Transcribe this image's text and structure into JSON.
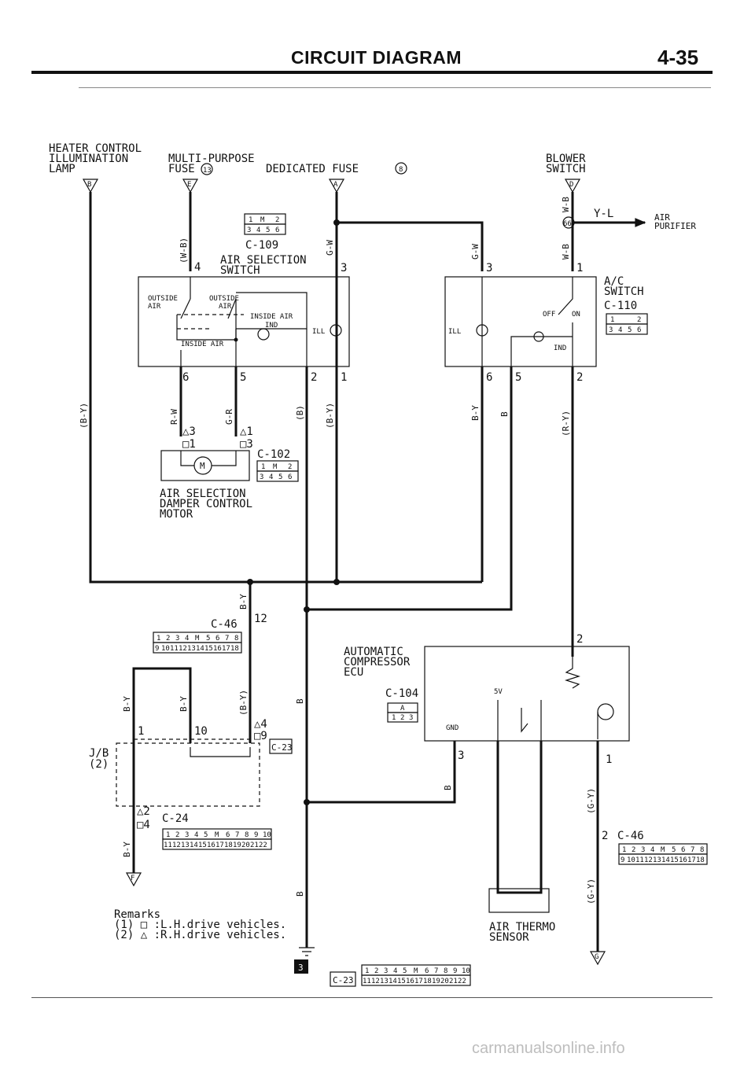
{
  "header": {
    "title": "CIRCUIT DIAGRAM",
    "page": "4-35"
  },
  "components": {
    "heater_lamp": [
      "HEATER CONTROL",
      "ILLUMINATION",
      "LAMP"
    ],
    "mp_fuse": [
      "MULTI-PURPOSE",
      "FUSE"
    ],
    "mp_fuse_no": "13",
    "ded_fuse": "DEDICATED FUSE",
    "ded_fuse_no": "8",
    "blower": [
      "BLOWER",
      "SWITCH"
    ],
    "air_purifier": [
      "AIR",
      "PURIFIER"
    ],
    "ac_switch": [
      "A/C",
      "SWITCH"
    ],
    "ac_switch_conn": "C-110",
    "air_sel_switch": [
      "AIR SELECTION",
      "SWITCH"
    ],
    "air_sel_conn": "C-109",
    "outside_air_l": [
      "OUTSIDE",
      "AIR"
    ],
    "outside_air_r": [
      "OUTSIDE",
      "AIR"
    ],
    "inside_air_top": "INSIDE AIR",
    "inside_air_bottom": "INSIDE AIR",
    "ind": "IND",
    "ill": "ILL",
    "off": "OFF",
    "on": "ON",
    "motor": [
      "AIR SELECTION",
      "DAMPER CONTROL",
      "MOTOR"
    ],
    "motor_conn": "C-102",
    "ecu": [
      "AUTOMATIC",
      "COMPRESSOR",
      "ECU"
    ],
    "ecu_conn": "C-104",
    "gnd": "GND",
    "v5": "5V",
    "thermo": [
      "AIR THERMO",
      "SENSOR"
    ],
    "jb": [
      "J/B",
      "(2)"
    ],
    "c46": "C-46",
    "c24": "C-24",
    "c23": "C-23",
    "c46r": "C-46",
    "motor_m": "M"
  },
  "connectors": {
    "a": "A",
    "row6a": [
      "1",
      "M",
      "2"
    ],
    "row6b": [
      "3",
      "4",
      "5",
      "6"
    ],
    "row3": [
      "1",
      "2",
      "3"
    ],
    "row18a": [
      "1",
      "2",
      "3",
      "4",
      "M",
      "5",
      "6",
      "7",
      "8"
    ],
    "row18b": [
      "9",
      "10",
      "11",
      "12",
      "13",
      "14",
      "15",
      "16",
      "17",
      "18"
    ],
    "row22a": [
      "1",
      "2",
      "3",
      "4",
      "5",
      "M",
      "6",
      "7",
      "8",
      "9",
      "10"
    ],
    "row22b": [
      "11",
      "12",
      "13",
      "14",
      "15",
      "16",
      "17",
      "18",
      "19",
      "20",
      "21",
      "22"
    ]
  },
  "terminals": {
    "b": "B",
    "e": "E",
    "a": "A",
    "d": "D",
    "f": "F",
    "g": "G",
    "n66": "66",
    "p4": "4",
    "p3": "3",
    "p3b": "3",
    "p1": "1",
    "p6": "6",
    "p5": "5",
    "p2": "2",
    "p1b": "1",
    "p6b": "6",
    "p5b": "5",
    "p2b": "2",
    "p12": "12",
    "p2c": "2",
    "p3c": "3",
    "p1c": "1",
    "p2d": "2",
    "p1d": "1",
    "p10": "10",
    "d4": "△4",
    "s9": "□9",
    "d3": "△3",
    "s1": "□1",
    "d1": "△1",
    "s3": "□3",
    "d2": "△2",
    "s4": "□4",
    "b3": "3"
  },
  "wires": {
    "wb": "(W-B)",
    "gw": "G-W",
    "gw2": "G-W",
    "wb2": "W-B",
    "wb3": "W-B",
    "yl": "Y-L",
    "by1": "(B-Y)",
    "rw": "R-W",
    "gr": "G-R",
    "b1": "(B)",
    "by2": "(B-Y)",
    "by3": "B-Y",
    "b2": "B",
    "ry": "(R-Y)",
    "by4": "B-Y",
    "by5": "B-Y",
    "by6": "B-Y",
    "by7": "(B-Y)",
    "b3": "B",
    "b4": "B",
    "gy1": "(G-Y)",
    "by8": "B-Y",
    "b5": "B",
    "gy2": "(G-Y)"
  },
  "remarks": {
    "title": "Remarks",
    "r1": "(1) □ :L.H.drive vehicles.",
    "r2": "(2) △ :R.H.drive vehicles."
  },
  "section_mark": "3",
  "watermark": "carmanualsonline.info"
}
